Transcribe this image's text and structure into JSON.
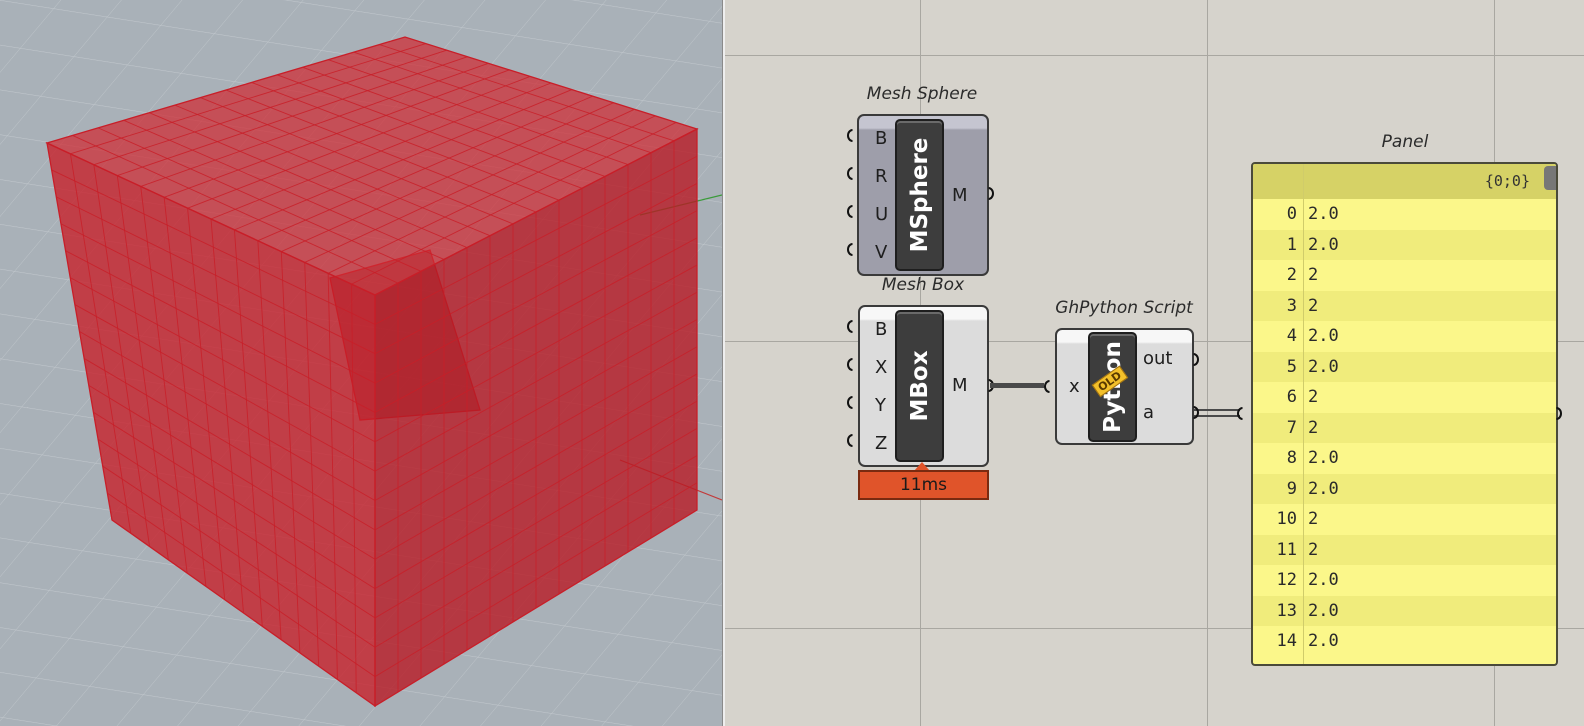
{
  "components": {
    "mesh_sphere": {
      "title": "Mesh Sphere",
      "label": "MSphere",
      "inputs": [
        "B",
        "R",
        "U",
        "V"
      ],
      "outputs": [
        "M"
      ]
    },
    "mesh_box": {
      "title": "Mesh Box",
      "label": "MBox",
      "inputs": [
        "B",
        "X",
        "Y",
        "Z"
      ],
      "outputs": [
        "M"
      ],
      "timer": "11ms"
    },
    "ghpython": {
      "title": "GhPython Script",
      "label": "Python",
      "badge": "OLD",
      "inputs": [
        "x"
      ],
      "outputs": [
        "out",
        "a"
      ]
    },
    "panel": {
      "title": "Panel",
      "path": "{0;0}",
      "rows": [
        {
          "index": "0",
          "value": "2.0"
        },
        {
          "index": "1",
          "value": "2.0"
        },
        {
          "index": "2",
          "value": "2"
        },
        {
          "index": "3",
          "value": "2"
        },
        {
          "index": "4",
          "value": "2.0"
        },
        {
          "index": "5",
          "value": "2.0"
        },
        {
          "index": "6",
          "value": "2"
        },
        {
          "index": "7",
          "value": "2"
        },
        {
          "index": "8",
          "value": "2.0"
        },
        {
          "index": "9",
          "value": "2.0"
        },
        {
          "index": "10",
          "value": "2"
        },
        {
          "index": "11",
          "value": "2"
        },
        {
          "index": "12",
          "value": "2.0"
        },
        {
          "index": "13",
          "value": "2.0"
        },
        {
          "index": "14",
          "value": "2.0"
        }
      ]
    }
  },
  "colors": {
    "mesh": "#c81e28",
    "viewport_bg": "#a9b1b8",
    "canvas_bg": "#d6d3cc",
    "panel_bg": "#fbf78a",
    "timer": "#e0542a"
  }
}
